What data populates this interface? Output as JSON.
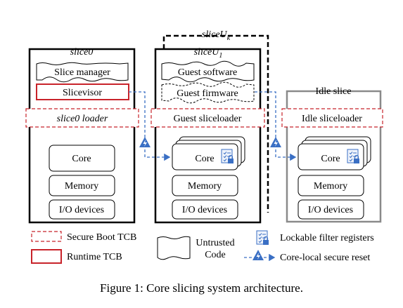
{
  "diagram": {
    "slice0": {
      "title": "slice0",
      "slice_manager": "Slice manager",
      "slicevisor": "Slicevisor",
      "loader": "slice0 loader",
      "core": "Core",
      "memory": "Memory",
      "io": "I/O devices"
    },
    "sliceU": {
      "title_k": "sliceU",
      "title_k_sub": "k",
      "title_1": "sliceU",
      "title_1_sub": "1",
      "guest_software": "Guest software",
      "guest_firmware": "Guest firmware",
      "loader": "Guest sliceloader",
      "core": "Core",
      "memory": "Memory",
      "io": "I/O devices"
    },
    "idle": {
      "title": "Idle slice",
      "loader": "Idle sliceloader",
      "core": "Core",
      "memory": "Memory",
      "io": "I/O devices"
    },
    "legend": {
      "secure_boot_tcb": "Secure Boot TCB",
      "runtime_tcb": "Runtime TCB",
      "untrusted_code_1": "Untrusted",
      "untrusted_code_2": "Code",
      "lockable_filter_registers": "Lockable filter registers",
      "core_local_secure_reset": "Core-local secure reset"
    },
    "colors": {
      "tcb_red": "#c8232a",
      "reset_blue": "#3a6fc4",
      "idle_gray": "#8a8a8a"
    },
    "icons": [
      "filter-register-icon",
      "secure-reset-icon",
      "lock-icon"
    ]
  },
  "caption": "Figure 1: Core slicing system architecture."
}
